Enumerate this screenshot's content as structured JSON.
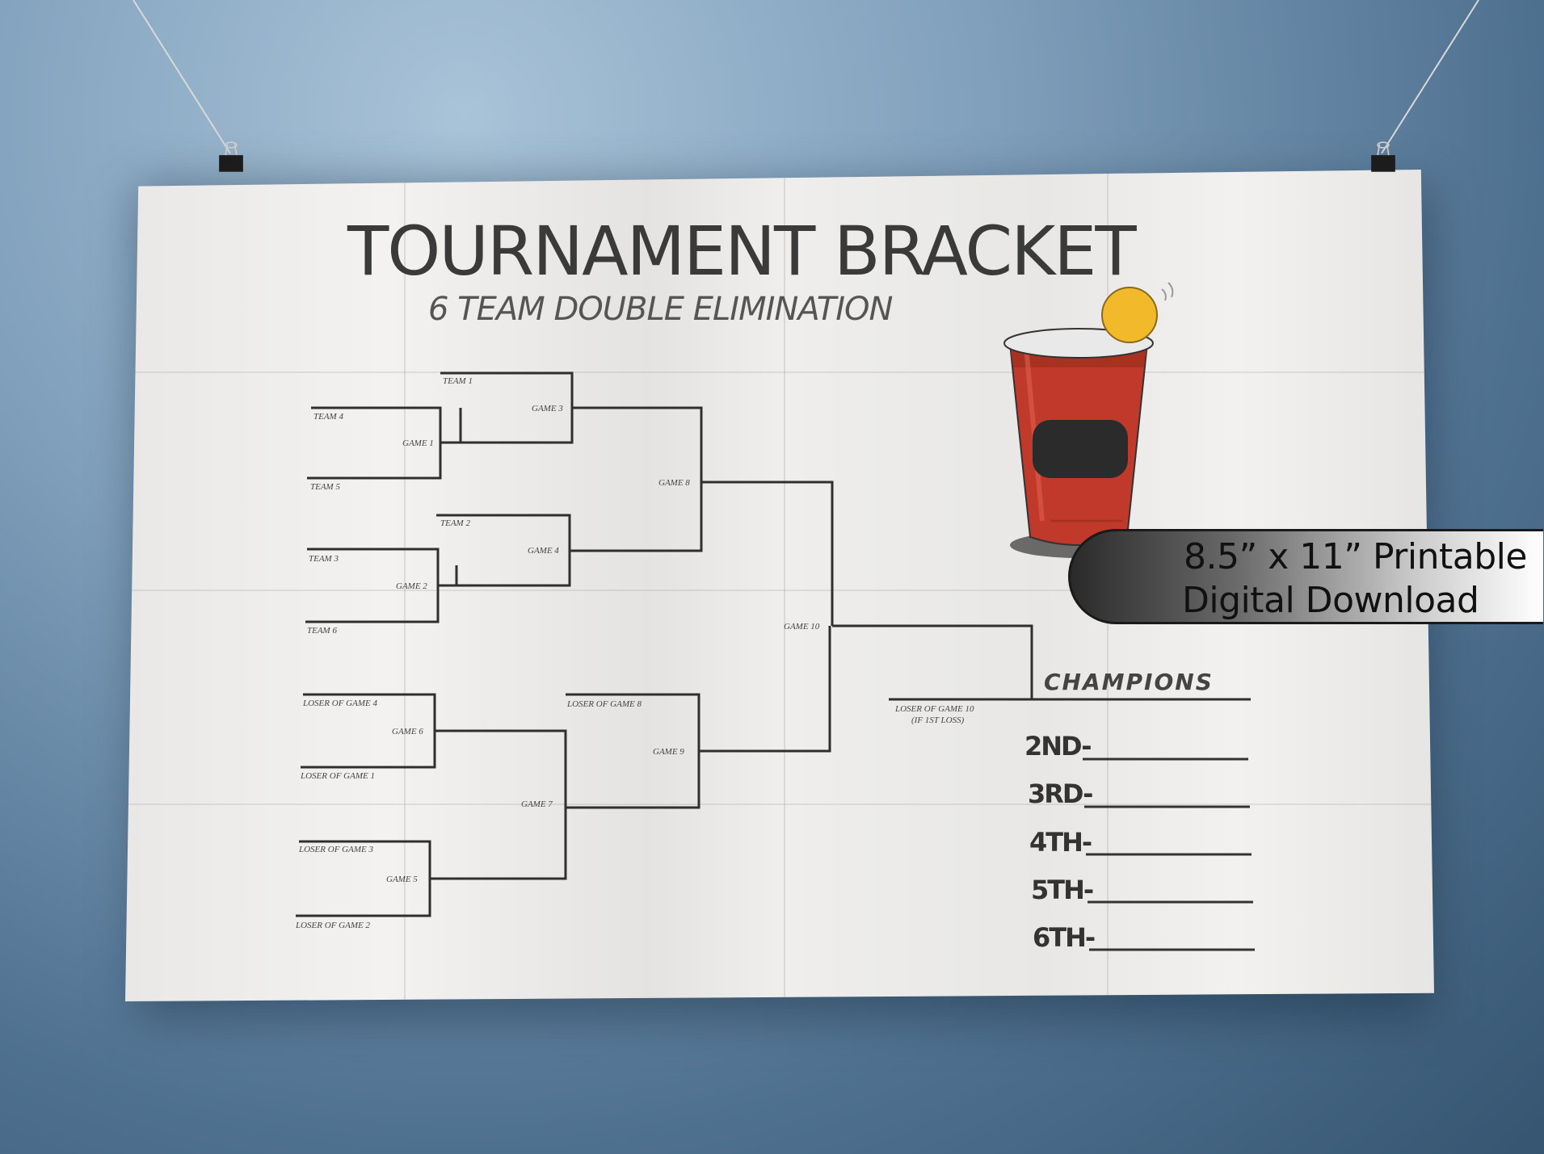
{
  "poster": {
    "title": "TOURNAMENT BRACKET",
    "subtitle": "6 TEAM DOUBLE ELIMINATION"
  },
  "bracket": {
    "labels": {
      "team1": "TEAM 1",
      "team4": "TEAM 4",
      "team5": "TEAM 5",
      "team2": "TEAM 2",
      "team3": "TEAM 3",
      "team6": "TEAM 6",
      "game1": "GAME 1",
      "game2": "GAME 2",
      "game3": "GAME 3",
      "game4": "GAME 4",
      "game5": "GAME 5",
      "game6": "GAME 6",
      "game7": "GAME 7",
      "game8": "GAME 8",
      "game9": "GAME 9",
      "game10": "GAME 10",
      "loser_game4": "LOSER OF GAME 4",
      "loser_game1": "LOSER OF GAME 1",
      "loser_game3": "LOSER OF GAME 3",
      "loser_game2": "LOSER OF GAME 2",
      "loser_game8": "LOSER OF GAME 8",
      "loser_game10": "LOSER OF GAME 10",
      "loser_game10_note": "(IF 1ST LOSS)"
    }
  },
  "results": {
    "champions": "CHAMPIONS",
    "places": [
      "2ND-",
      "3RD-",
      "4TH-",
      "5TH-",
      "6TH-"
    ]
  },
  "badge": {
    "line1": "8.5” x 11” Printable",
    "line2": "Digital Download"
  },
  "colors": {
    "cup_red": "#c0392b",
    "ball_yellow": "#f2b92b",
    "bracket_line": "#2f2f2f"
  },
  "icons": [
    "binder-clip-icon",
    "red-cup-icon",
    "ping-pong-ball-icon"
  ]
}
